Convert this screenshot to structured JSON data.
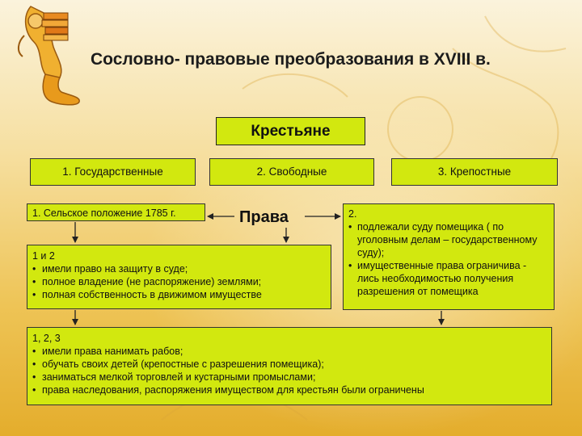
{
  "title": "Сословно- правовые преобразования в XVIII в.",
  "main_box": "Крестьяне",
  "categories": [
    "1. Государственные",
    "2. Свободные",
    "3. Крепостные"
  ],
  "rural_box": "1. Сельское положение 1785 г.",
  "rights_label": "Права",
  "box_1_2": {
    "head": "1 и 2",
    "items": [
      "имели право на защиту в суде;",
      "полное владение (не распоряжение) землями;",
      "полная собственность в движимом имуществе"
    ]
  },
  "box_2": {
    "head": "2.",
    "items": [
      "подлежали суду помещика ( по уголовным делам – государственному суду);",
      "имущественные права ограничива - лись необходимостью получения разрешения от помещика"
    ]
  },
  "box_1_2_3": {
    "head": "1, 2, 3",
    "items": [
      "имели права нанимать рабов;",
      "обучать своих детей (крепостные с разрешения помещика);",
      "заниматься мелкой торговлей и кустарными промыслами;",
      "права наследования,  распоряжения имуществом для крестьян были ограничены"
    ]
  },
  "colors": {
    "box_fill": "#d2e80f",
    "box_border": "#333333",
    "background_light": "#fbf3dc",
    "background_dark": "#e4ad2c",
    "figure": "#e89a1c"
  },
  "icons": [
    "scholar-figure-clipart",
    "sketch-ornament"
  ]
}
